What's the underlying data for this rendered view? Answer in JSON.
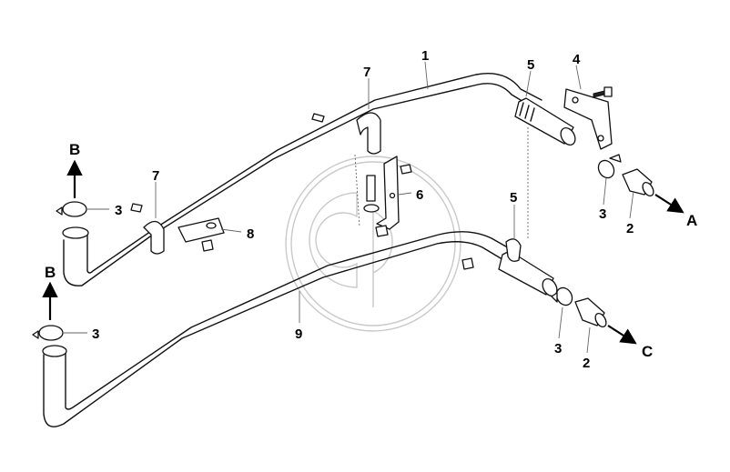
{
  "diagram": {
    "callouts": {
      "c1": "1",
      "c2a": "2",
      "c2b": "2",
      "c3a": "3",
      "c3b": "3",
      "c3c": "3",
      "c3d": "3",
      "c4": "4",
      "c5a": "5",
      "c5b": "5",
      "c6": "6",
      "c7a": "7",
      "c7b": "7",
      "c8": "8",
      "c9": "9"
    },
    "flow_labels": {
      "A": "A",
      "B_upper": "B",
      "B_lower": "B",
      "C": "C"
    }
  }
}
